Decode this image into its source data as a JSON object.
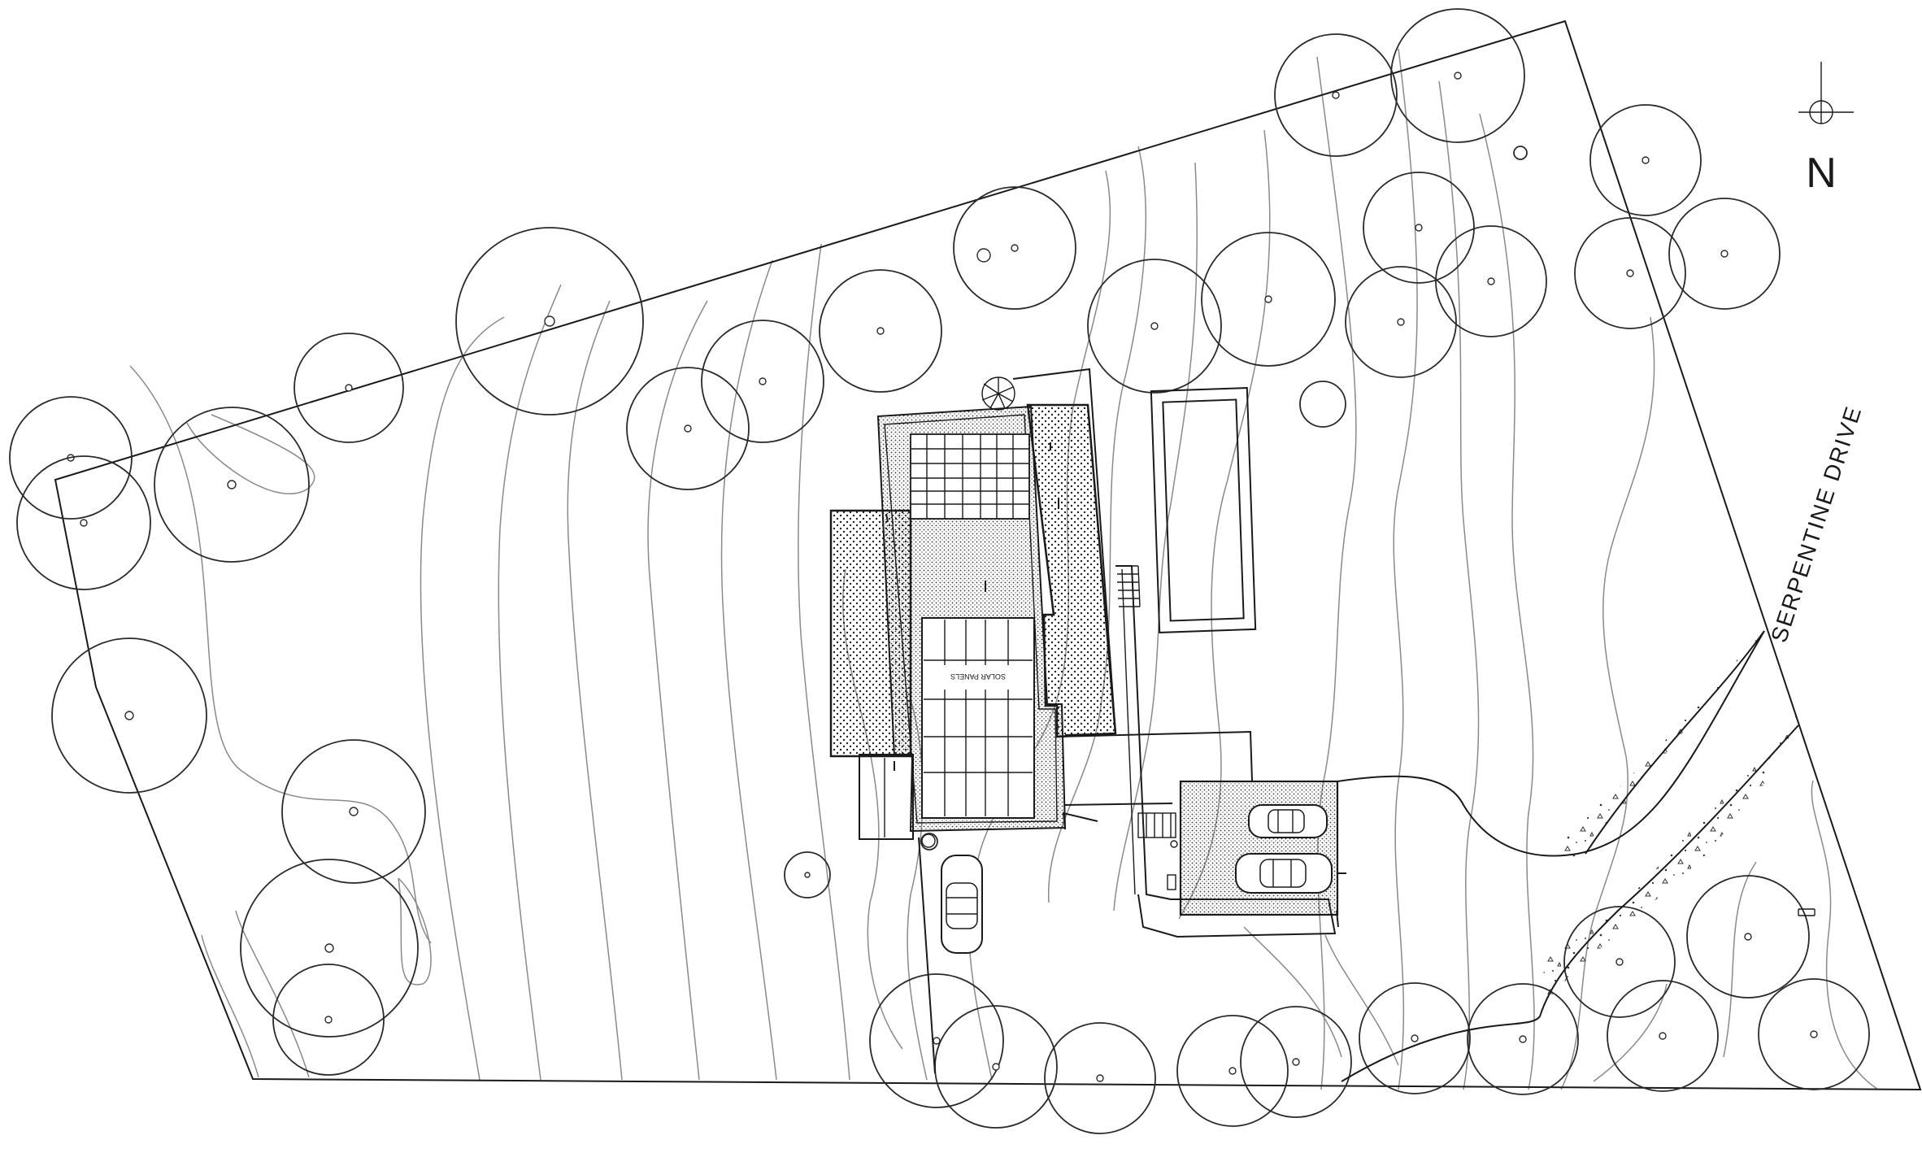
{
  "street": {
    "label": "SERPENTINE DRIVE"
  },
  "roof": {
    "solar_label": "SOLAR PANELS"
  },
  "north_arrow": {
    "letter": "N",
    "icon": "north-arrow-icon"
  },
  "style": {
    "line": "#1a1a1a",
    "contour": "#8a8a8a",
    "background": "#ffffff"
  }
}
